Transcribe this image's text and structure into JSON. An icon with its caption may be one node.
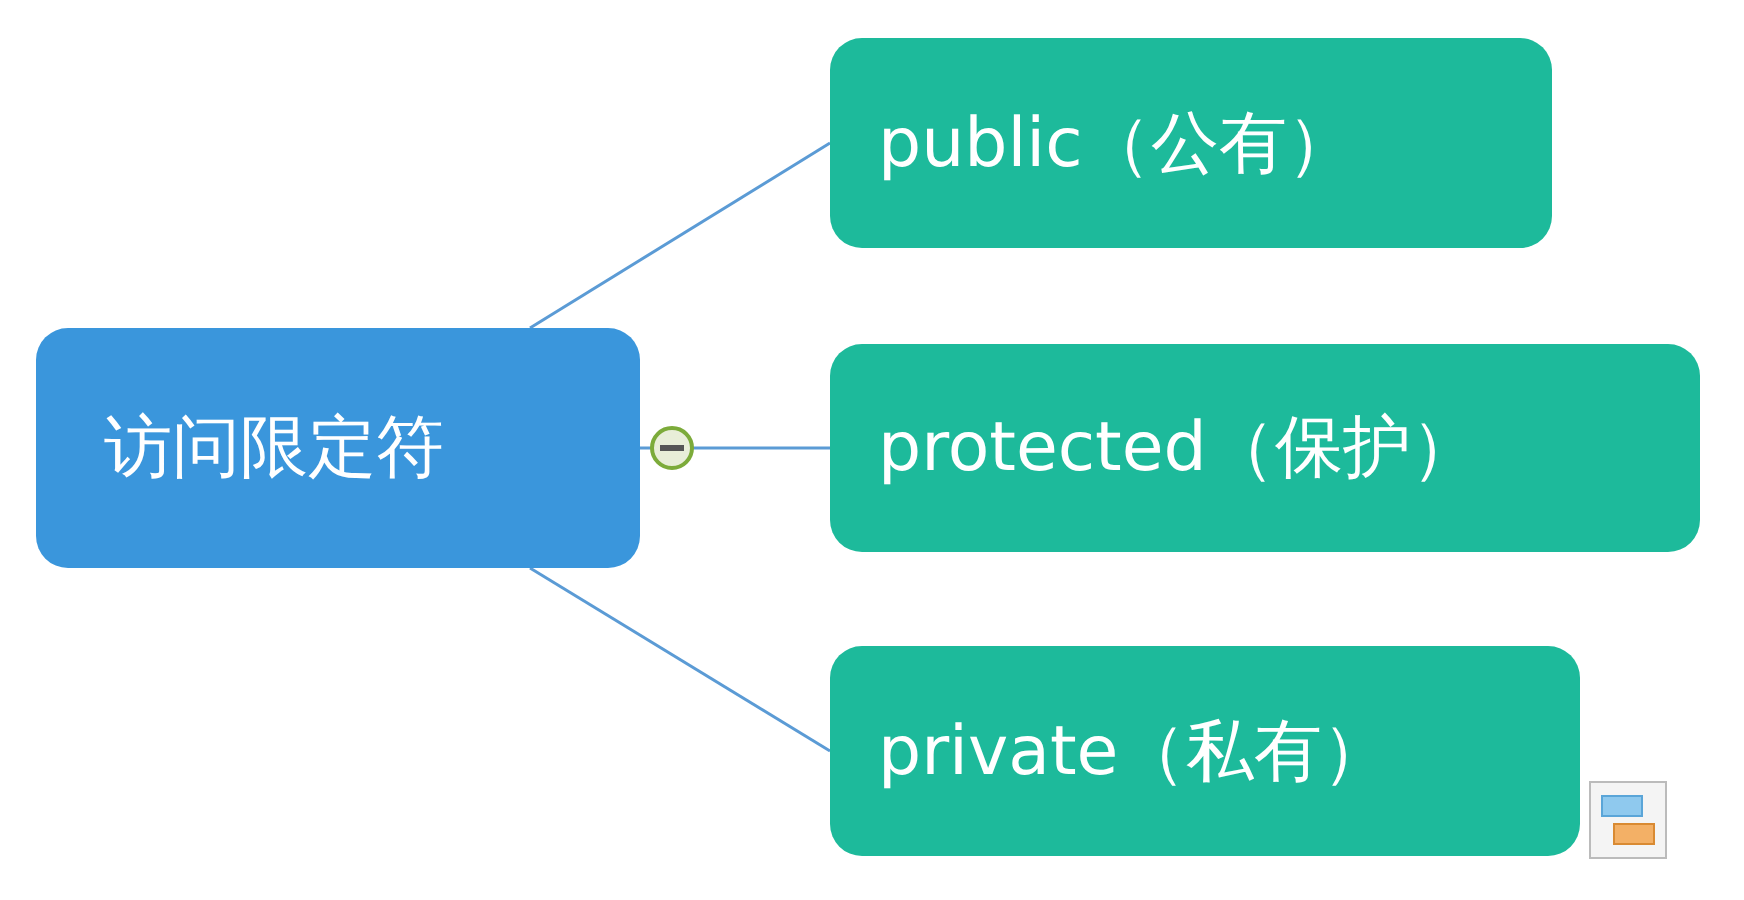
{
  "diagram": {
    "nodes": [
      {
        "text": [
          "访问限定符"
        ]
      },
      {
        "text": [
          "public（公有）"
        ]
      },
      {
        "text": [
          "protected（保护）"
        ]
      },
      {
        "text": [
          "private（私有）"
        ]
      }
    ],
    "edges": [
      {
        "from": 0,
        "to": 1,
        "arrow": "none"
      },
      {
        "from": 0,
        "to": 2,
        "arrow": "none"
      },
      {
        "from": 0,
        "to": 3,
        "arrow": "none"
      }
    ]
  }
}
